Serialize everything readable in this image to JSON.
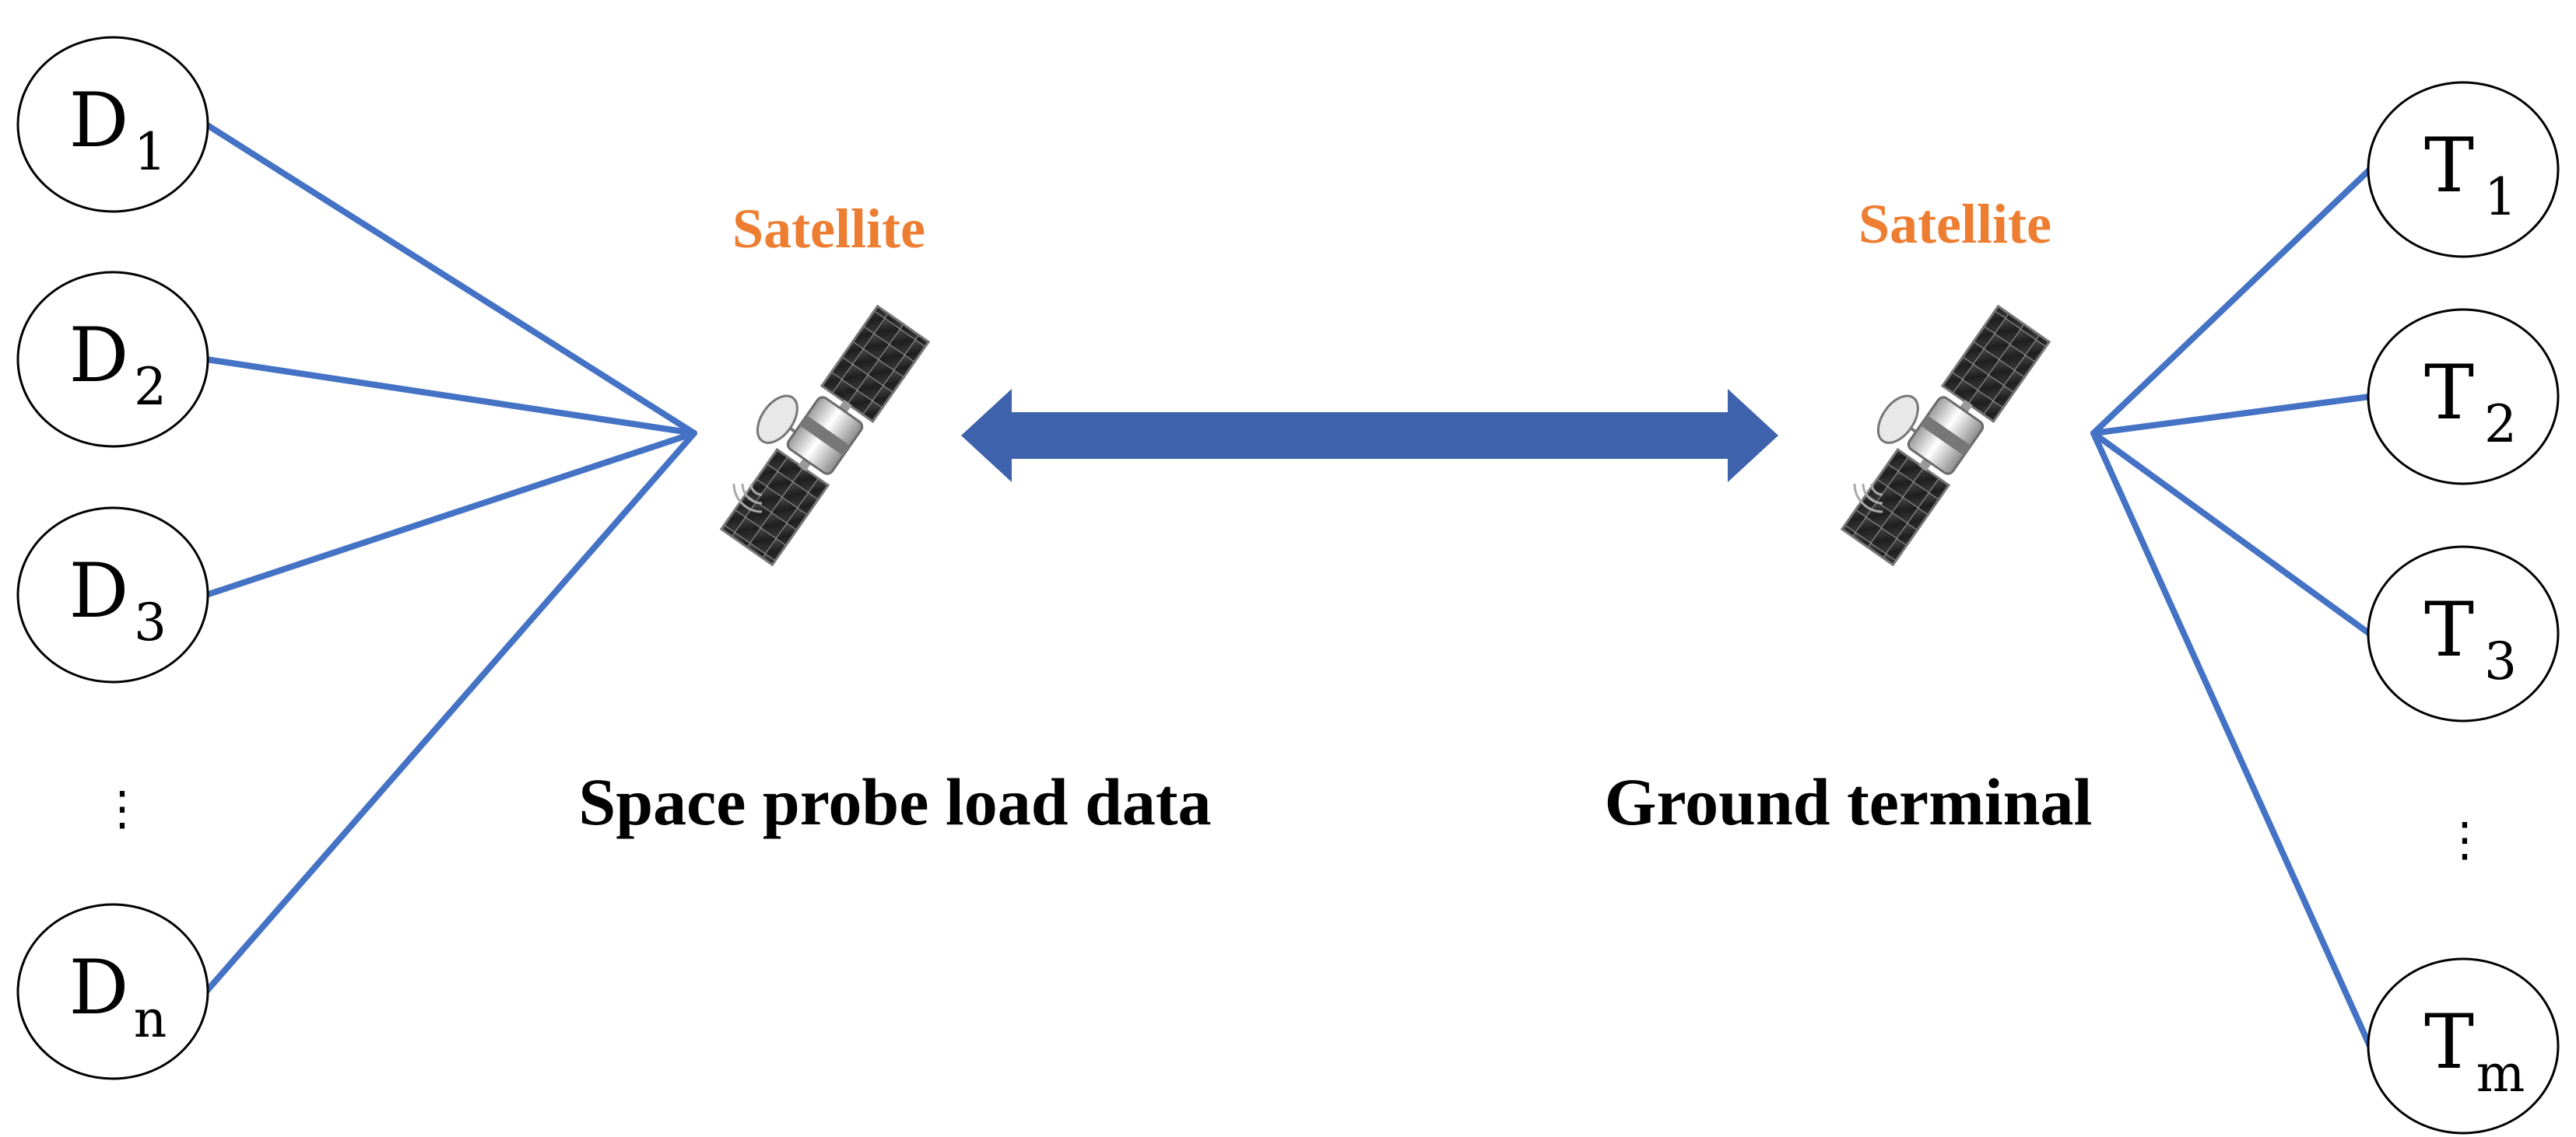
{
  "colors": {
    "edge": "#4472C4",
    "arrow": "#3E62AC",
    "satellite_label": "#ED7D31",
    "node_stroke": "#000000"
  },
  "left_nodes": [
    {
      "letter": "D",
      "sub": "1"
    },
    {
      "letter": "D",
      "sub": "2"
    },
    {
      "letter": "D",
      "sub": "3"
    },
    {
      "letter": "D",
      "sub": "n"
    }
  ],
  "right_nodes": [
    {
      "letter": "T",
      "sub": "1"
    },
    {
      "letter": "T",
      "sub": "2"
    },
    {
      "letter": "T",
      "sub": "3"
    },
    {
      "letter": "T",
      "sub": "m"
    }
  ],
  "left_ellipsis": "⋮",
  "right_ellipsis": "⋮",
  "left_satellite": {
    "label": "Satellite",
    "icon": "satellite-icon"
  },
  "right_satellite": {
    "label": "Satellite",
    "icon": "satellite-icon"
  },
  "link_arrow": {
    "icon": "double-headed-arrow"
  },
  "captions": {
    "left": "Space probe load data",
    "right": "Ground terminal"
  }
}
